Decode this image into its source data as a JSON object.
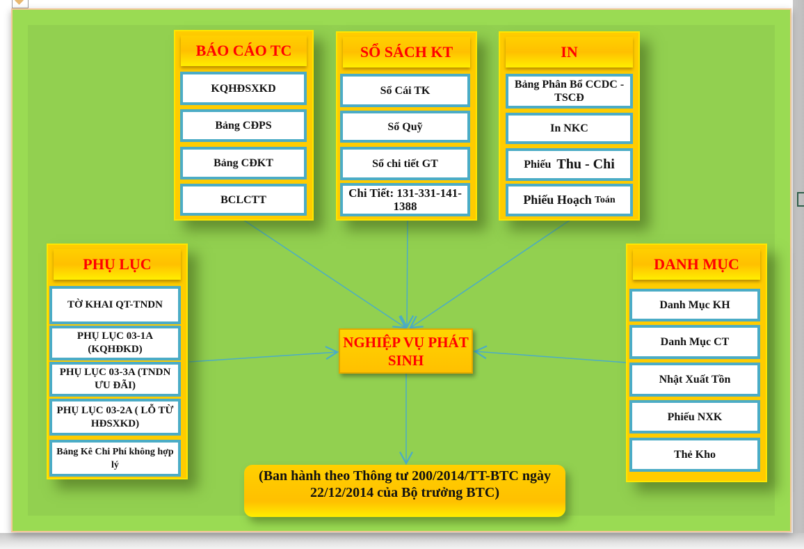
{
  "panels": {
    "bao_cao_tc": {
      "title": "BÁO CÁO TC",
      "items": [
        "KQHĐSXKD",
        "Bảng CĐPS",
        "Bảng CĐKT",
        "BCLCTT"
      ]
    },
    "so_sach_kt": {
      "title": "SỔ SÁCH KT",
      "items": [
        "Sổ Cái TK",
        "Sổ Quỹ",
        "Sổ chi tiết GT",
        "Chi Tiết: 131-331-141-1388"
      ]
    },
    "in": {
      "title": "IN",
      "items": [
        "Bảng Phân Bổ CCDC - TSCĐ",
        "In NKC",
        "Phiếu",
        "Thu - Chi",
        "Phiếu Hoạch",
        "Toán"
      ]
    },
    "phu_luc": {
      "title": "PHỤ LỤC",
      "items": [
        "TỜ KHAI QT-TNDN",
        "PHỤ LỤC 03-1A (KQHĐKD)",
        "PHỤ LỤC 03-3A (TNDN ƯU ĐÃI)",
        "PHỤ LỤC 03-2A ( LỖ TỪ HĐSXKD)",
        "Bảng Kê Chi Phí không hợp lý"
      ]
    },
    "danh_muc": {
      "title": "DANH MỤC",
      "items": [
        "Danh Mục KH",
        "Danh Mục CT",
        "Nhật Xuất Tồn",
        "Phiếu NXK",
        "Thẻ Kho"
      ]
    }
  },
  "center": {
    "label": "NGHIỆP VỤ PHÁT SINH"
  },
  "footer": {
    "label": "(Ban hành theo Thông tư 200/2014/TT-BTC ngày 22/12/2014 của Bộ trưởng BTC)"
  },
  "colors": {
    "board": "#92d050",
    "panel": "#ffcc00",
    "title": "#ff0000",
    "item_border": "#4bacc6",
    "arrow": "#4bacc6"
  }
}
